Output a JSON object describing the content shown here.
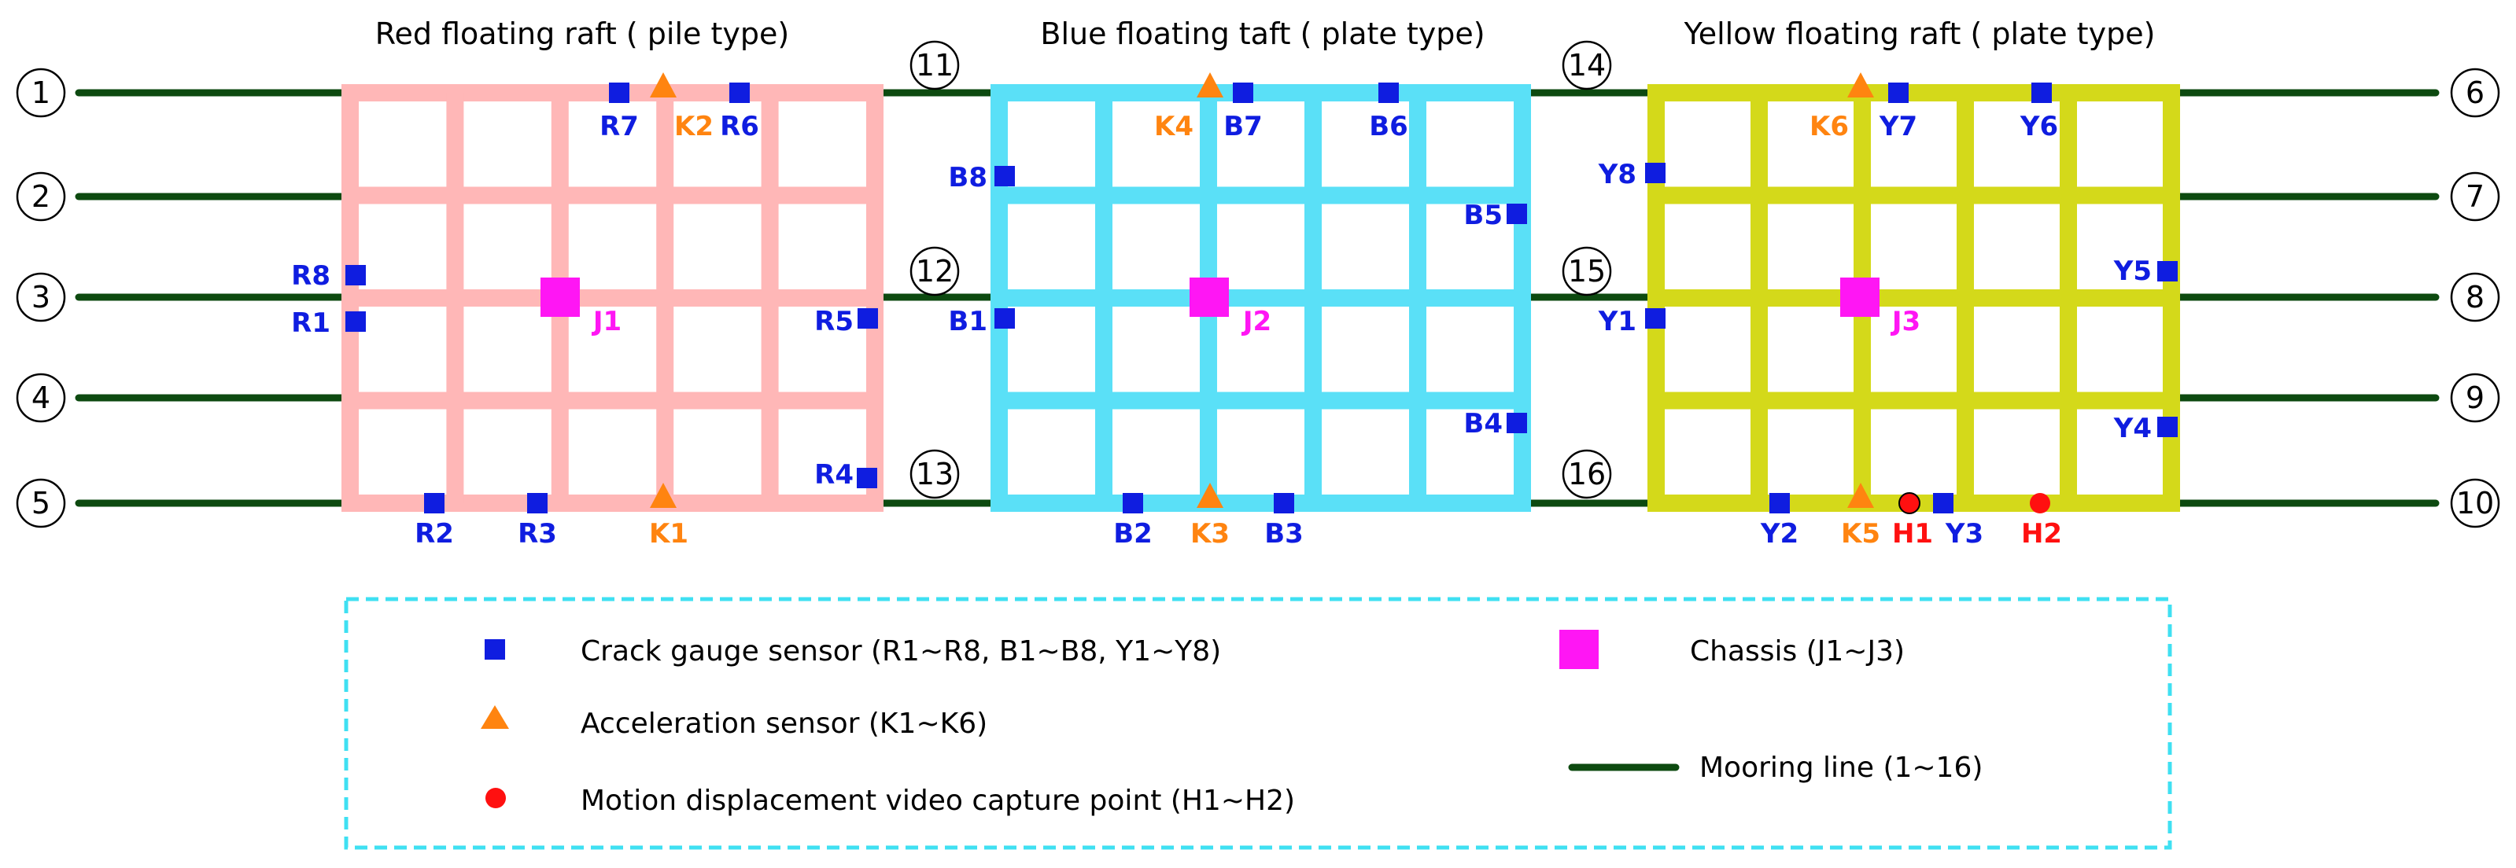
{
  "colors": {
    "mooring": "#0d4a10",
    "red_raft": "#ffb7b7",
    "blue_raft": "#5ae0f7",
    "yellow_raft": "#d4d91a",
    "crack_gauge": "#0f1de0",
    "accelerometer": "#ff8410",
    "chassis": "#ff16f4",
    "capture_point": "#ff1010",
    "legend_border": "#3fe0f2"
  },
  "titles": {
    "red": "Red floating raft ( pile type)",
    "blue": "Blue floating taft ( plate type)",
    "yellow": "Yellow floating raft ( plate type)"
  },
  "mooring_labels": [
    "1",
    "2",
    "3",
    "4",
    "5",
    "6",
    "7",
    "8",
    "9",
    "10",
    "11",
    "12",
    "13",
    "14",
    "15",
    "16"
  ],
  "sensors": {
    "crack_gauge": [
      "R1",
      "R2",
      "R3",
      "R4",
      "R5",
      "R6",
      "R7",
      "R8",
      "B1",
      "B2",
      "B3",
      "B4",
      "B5",
      "B6",
      "B7",
      "B8",
      "Y1",
      "Y2",
      "Y3",
      "Y4",
      "Y5",
      "Y6",
      "Y7",
      "Y8"
    ],
    "acceleration": [
      "K1",
      "K2",
      "K3",
      "K4",
      "K5",
      "K6"
    ],
    "chassis": [
      "J1",
      "J2",
      "J3"
    ],
    "capture": [
      "H1",
      "H2"
    ]
  },
  "legend": {
    "crack": "Crack gauge sensor (R1~R8, B1~B8, Y1~Y8)",
    "accel": "Acceleration sensor (K1~K6)",
    "capture": "Motion displacement video capture point (H1~H2)",
    "chassis": "Chassis (J1~J3)",
    "mooring": "Mooring line (1~16)"
  }
}
